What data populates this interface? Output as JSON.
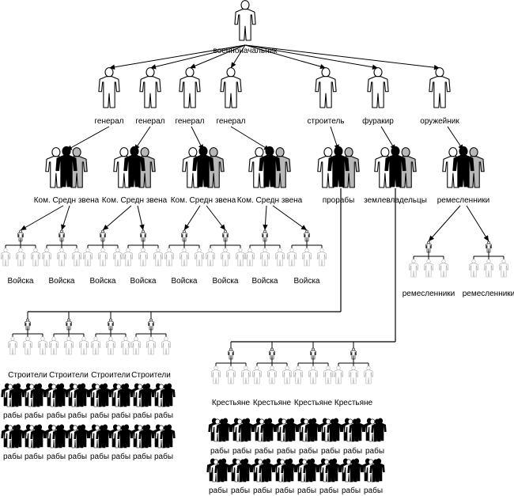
{
  "top": {
    "label": "военноначальник"
  },
  "second_level": [
    {
      "label": "генерал"
    },
    {
      "label": "генерал"
    },
    {
      "label": "генерал"
    },
    {
      "label": "генерал"
    },
    {
      "label": "строитель"
    },
    {
      "label": "фуракир"
    },
    {
      "label": "оружейник"
    }
  ],
  "third_level": [
    {
      "label": "Ком. Средн звена"
    },
    {
      "label": "Ком. Средн звена"
    },
    {
      "label": "Ком. Средн звена"
    },
    {
      "label": "Ком. Средн звена"
    },
    {
      "label": "прорабы"
    },
    {
      "label": "землевладельцы"
    },
    {
      "label": "ремесленники"
    }
  ],
  "troops": [
    "Войска",
    "Войска",
    "Войска",
    "Войска",
    "Войска",
    "Войска",
    "Войска",
    "Войска"
  ],
  "artisans": [
    "ремесленники",
    "ремесленники"
  ],
  "builders": [
    "Строители",
    "Строители",
    "Строители",
    "Строители"
  ],
  "builder_slaves_row1": [
    "рабы",
    "рабы",
    "рабы",
    "рабы",
    "рабы",
    "рабы",
    "рабы",
    "рабы"
  ],
  "builder_slaves_row2": [
    "рабы",
    "рабы",
    "рабы",
    "рабы",
    "рабы",
    "рабы",
    "рабы",
    "рабы"
  ],
  "peasants": [
    "Крестьяне",
    "Крестьяне",
    "Крестьяне",
    "Крестьяне"
  ],
  "peasant_slaves_row1": [
    "рабы",
    "рабы",
    "рабы",
    "рабы",
    "рабы",
    "рабы",
    "рабы",
    "рабы"
  ],
  "peasant_slaves_row2": [
    "рабы",
    "рабы",
    "рабы",
    "рабы",
    "рабы",
    "рабы",
    "рабы",
    "рабы"
  ]
}
